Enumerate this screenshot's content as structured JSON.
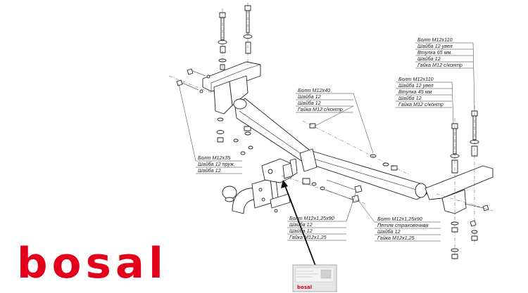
{
  "brand": {
    "logo_text": "bosal",
    "logo_color": "#e2001a",
    "plate_logo_text": "bosal"
  },
  "callouts": [
    {
      "id": "top-right-bracket",
      "lines": [
        "Болт M12x110",
        "Шайба 12 увел",
        "Втулка 65 мм.",
        "Шайба 12",
        "Гайка M12 с/контр"
      ]
    },
    {
      "id": "right-bracket",
      "lines": [
        "Болт M12x110",
        "Шайба 12 увел",
        "Втулка 45 мм",
        "Шайба 12",
        "Гайка M12 с/контр"
      ]
    },
    {
      "id": "beam-center",
      "lines": [
        "Болт M12x40",
        "Шайба 12",
        "Шайба 12",
        "Гайка M12 с/контр"
      ]
    },
    {
      "id": "left-bracket",
      "lines": [
        "Болт M12x35",
        "Шайба 12 пруж.",
        "Шайба 12"
      ]
    },
    {
      "id": "ball-plate",
      "lines": [
        "Болт M12x1,25x90",
        "Шайба 12",
        "Шайба 12",
        "Гайка M12x1,25"
      ]
    },
    {
      "id": "safety-loop",
      "lines": [
        "Болт M12x1,25x90",
        "Петля страховочная",
        "Шайба 12",
        "Гайка M12x1,25"
      ]
    }
  ]
}
